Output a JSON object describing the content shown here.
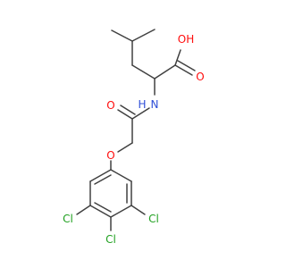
{
  "atom_labels": {
    "hydroxyl": "OH",
    "acid_carbonyl_o": "O",
    "amide_nh": "N",
    "amide_h": "H",
    "amide_carbonyl_o": "O",
    "ether_o": "O",
    "cl_left": "Cl",
    "cl_right": "Cl",
    "cl_bottom": "Cl"
  },
  "colors": {
    "bond": "#404040",
    "oxygen": "#ff0d0d",
    "nitrogen": "#2f4fd8",
    "chlorine": "#1fa01f"
  }
}
